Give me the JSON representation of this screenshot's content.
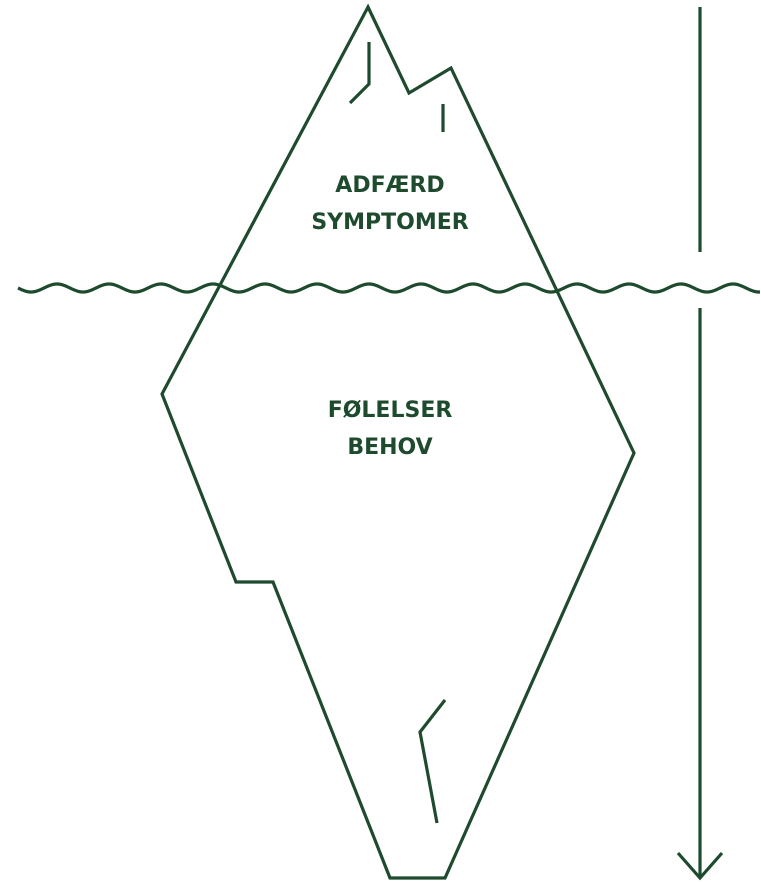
{
  "colors": {
    "line": "#1e4a2e",
    "background": "#ffffff"
  },
  "above_water": {
    "line1": "ADFÆRD",
    "line2": "SYMPTOMER"
  },
  "below_water": {
    "line1": "FØLELSER",
    "line2": "BEHOV"
  }
}
